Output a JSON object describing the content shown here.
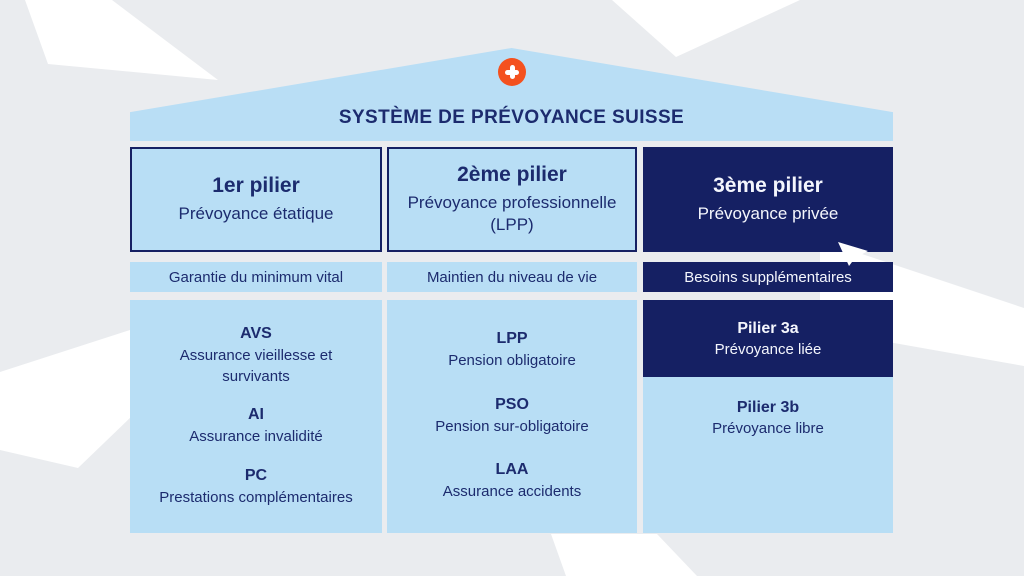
{
  "title": "SYSTÈME DE PRÉVOYANCE SUISSE",
  "colors": {
    "background": "#eaecef",
    "light_blue": "#b8def5",
    "navy": "#152063",
    "text_navy": "#1c2b6e",
    "accent_orange": "#f4511e",
    "decor_white": "#ffffff"
  },
  "icons": {
    "roof_badge": "swiss-cross-icon",
    "overlay": "pointer-arrow"
  },
  "pillars": [
    {
      "title": "1er pilier",
      "subtitle": "Prévoyance étatique",
      "role": "Garantie du minimum vital",
      "theme": "light",
      "items": [
        {
          "acronym": "AVS",
          "description": "Assurance vieillesse et survivants"
        },
        {
          "acronym": "AI",
          "description": "Assurance invalidité"
        },
        {
          "acronym": "PC",
          "description": "Prestations complémentaires"
        }
      ]
    },
    {
      "title": "2ème pilier",
      "subtitle": "Prévoyance professionnelle (LPP)",
      "role": "Maintien du niveau de vie",
      "theme": "light",
      "items": [
        {
          "acronym": "LPP",
          "description": "Pension obligatoire"
        },
        {
          "acronym": "PSO",
          "description": "Pension sur-obligatoire"
        },
        {
          "acronym": "LAA",
          "description": "Assurance accidents"
        }
      ]
    },
    {
      "title": "3ème pilier",
      "subtitle": "Prévoyance privée",
      "role": "Besoins supplémentaires",
      "theme": "dark",
      "items": [
        {
          "acronym": "Pilier 3a",
          "description": "Prévoyance liée",
          "theme": "dark"
        },
        {
          "acronym": "Pilier 3b",
          "description": "Prévoyance libre",
          "theme": "light"
        }
      ]
    }
  ]
}
